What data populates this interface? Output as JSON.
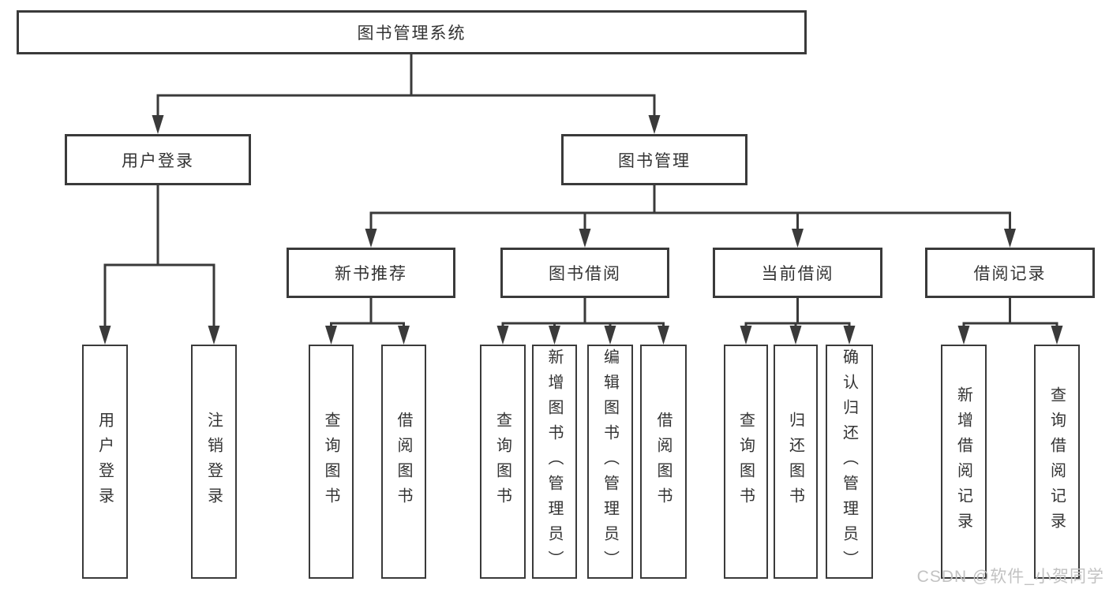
{
  "diagram": {
    "root": {
      "label": "图书管理系统"
    },
    "level2": [
      {
        "label": "用户登录"
      },
      {
        "label": "图书管理"
      }
    ],
    "level3": [
      {
        "label": "新书推荐"
      },
      {
        "label": "图书借阅"
      },
      {
        "label": "当前借阅"
      },
      {
        "label": "借阅记录"
      }
    ],
    "leaves": [
      {
        "label": "用户登录"
      },
      {
        "label": "注销登录"
      },
      {
        "label": "查询图书"
      },
      {
        "label": "借阅图书"
      },
      {
        "label": "查询图书"
      },
      {
        "label": "新增图书（管理员）"
      },
      {
        "label": "编辑图书（管理员）"
      },
      {
        "label": "借阅图书"
      },
      {
        "label": "查询图书"
      },
      {
        "label": "归还图书"
      },
      {
        "label": "确认归还（管理员）"
      },
      {
        "label": "新增借阅记录"
      },
      {
        "label": "查询借阅记录"
      }
    ]
  },
  "watermark": {
    "text": "CSDN @软件_小贺同学"
  },
  "colors": {
    "line": "#3a3a3a",
    "text": "#333333",
    "background": "#ffffff",
    "watermark": "#c2c2c2"
  }
}
